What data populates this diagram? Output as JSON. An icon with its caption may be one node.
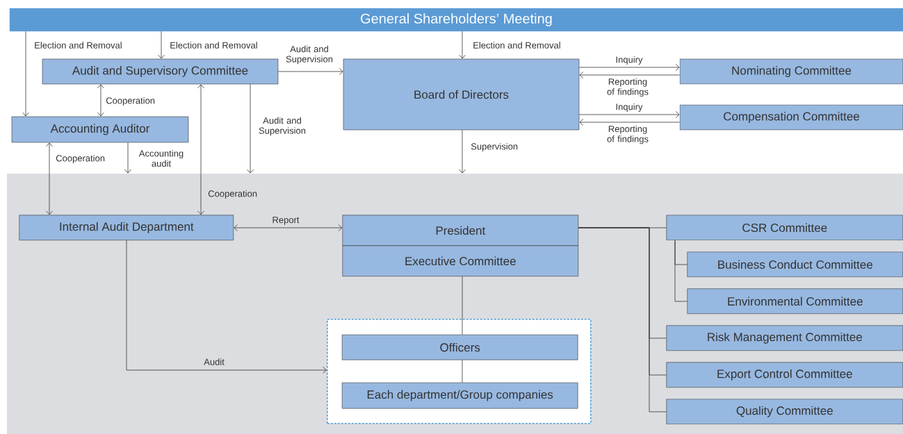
{
  "diagram": {
    "nodes": [
      {
        "text": [
          "General Shareholders’ Meeting"
        ]
      },
      {
        "text": [
          "Audit and Supervisory Committee"
        ]
      },
      {
        "text": [
          "Board of Directors"
        ]
      },
      {
        "text": [
          "Nominating Committee"
        ]
      },
      {
        "text": [
          "Compensation Committee"
        ]
      },
      {
        "text": [
          "Accounting Auditor"
        ]
      },
      {
        "text": [],
        "shape": "box"
      },
      {
        "text": [
          "Internal Audit Department"
        ],
        "in": 6
      },
      {
        "text": [
          "President"
        ],
        "in": 6
      },
      {
        "text": [
          "Executive Committee"
        ],
        "in": 6
      },
      {
        "text": [
          "CSR Committee"
        ],
        "in": 6
      },
      {
        "text": [
          "Business Conduct Committee"
        ],
        "in": 6
      },
      {
        "text": [
          "Environmental Committee"
        ],
        "in": 6
      },
      {
        "text": [],
        "shape": "box",
        "in": 6
      },
      {
        "text": [
          "Officers"
        ],
        "in": 13
      },
      {
        "text": [
          "Each department/Group companies"
        ],
        "in": 13
      },
      {
        "text": [
          "Risk Management Committee"
        ],
        "in": 6
      },
      {
        "text": [
          "Export Control Committee"
        ],
        "in": 6
      },
      {
        "text": [
          "Quality Committee"
        ],
        "in": 6
      }
    ],
    "edges": [
      {
        "from": 0,
        "to": 5,
        "arrow": "to",
        "label": "Election and Removal"
      },
      {
        "from": 0,
        "to": 1,
        "arrow": "to",
        "label": "Election and Removal"
      },
      {
        "from": 1,
        "to": 2,
        "arrow": "to",
        "label": "Audit and Supervision"
      },
      {
        "from": 0,
        "to": 2,
        "arrow": "to",
        "label": "Election and Removal"
      },
      {
        "from": 2,
        "to": 3,
        "arrow": "to",
        "label": "Inquiry"
      },
      {
        "from": 3,
        "to": 2,
        "arrow": "to",
        "label": "Reporting of findings"
      },
      {
        "from": 2,
        "to": 4,
        "arrow": "to",
        "label": "Inquiry"
      },
      {
        "from": 4,
        "to": 2,
        "arrow": "to",
        "label": "Reporting of findings"
      },
      {
        "from": 1,
        "to": 5,
        "arrow": "both",
        "label": "Cooperation"
      },
      {
        "from": 5,
        "to": 6,
        "arrow": "to",
        "label": "Accounting audit"
      },
      {
        "from": 1,
        "to": 6,
        "arrow": "to",
        "label": "Audit and Supervision"
      },
      {
        "from": 2,
        "to": 6,
        "arrow": "to",
        "label": "Supervision"
      },
      {
        "from": 5,
        "to": 7,
        "arrow": "both",
        "label": "Cooperation"
      },
      {
        "from": 1,
        "to": 7,
        "arrow": "both",
        "label": "Cooperation"
      },
      {
        "from": 7,
        "to": 8,
        "arrow": "both",
        "label": "Report"
      },
      {
        "from": 7,
        "to": 13,
        "arrow": "to",
        "label": "Audit"
      },
      {
        "from": 9,
        "to": 14,
        "arrow": "none"
      },
      {
        "from": 14,
        "to": 15,
        "arrow": "none"
      },
      {
        "from": 8,
        "to": 10,
        "arrow": "none"
      },
      {
        "from": 8,
        "to": 16,
        "arrow": "none"
      },
      {
        "from": 8,
        "to": 17,
        "arrow": "none"
      },
      {
        "from": 8,
        "to": 18,
        "arrow": "none"
      },
      {
        "from": 10,
        "to": 11,
        "arrow": "none"
      },
      {
        "from": 10,
        "to": 12,
        "arrow": "none"
      }
    ]
  }
}
